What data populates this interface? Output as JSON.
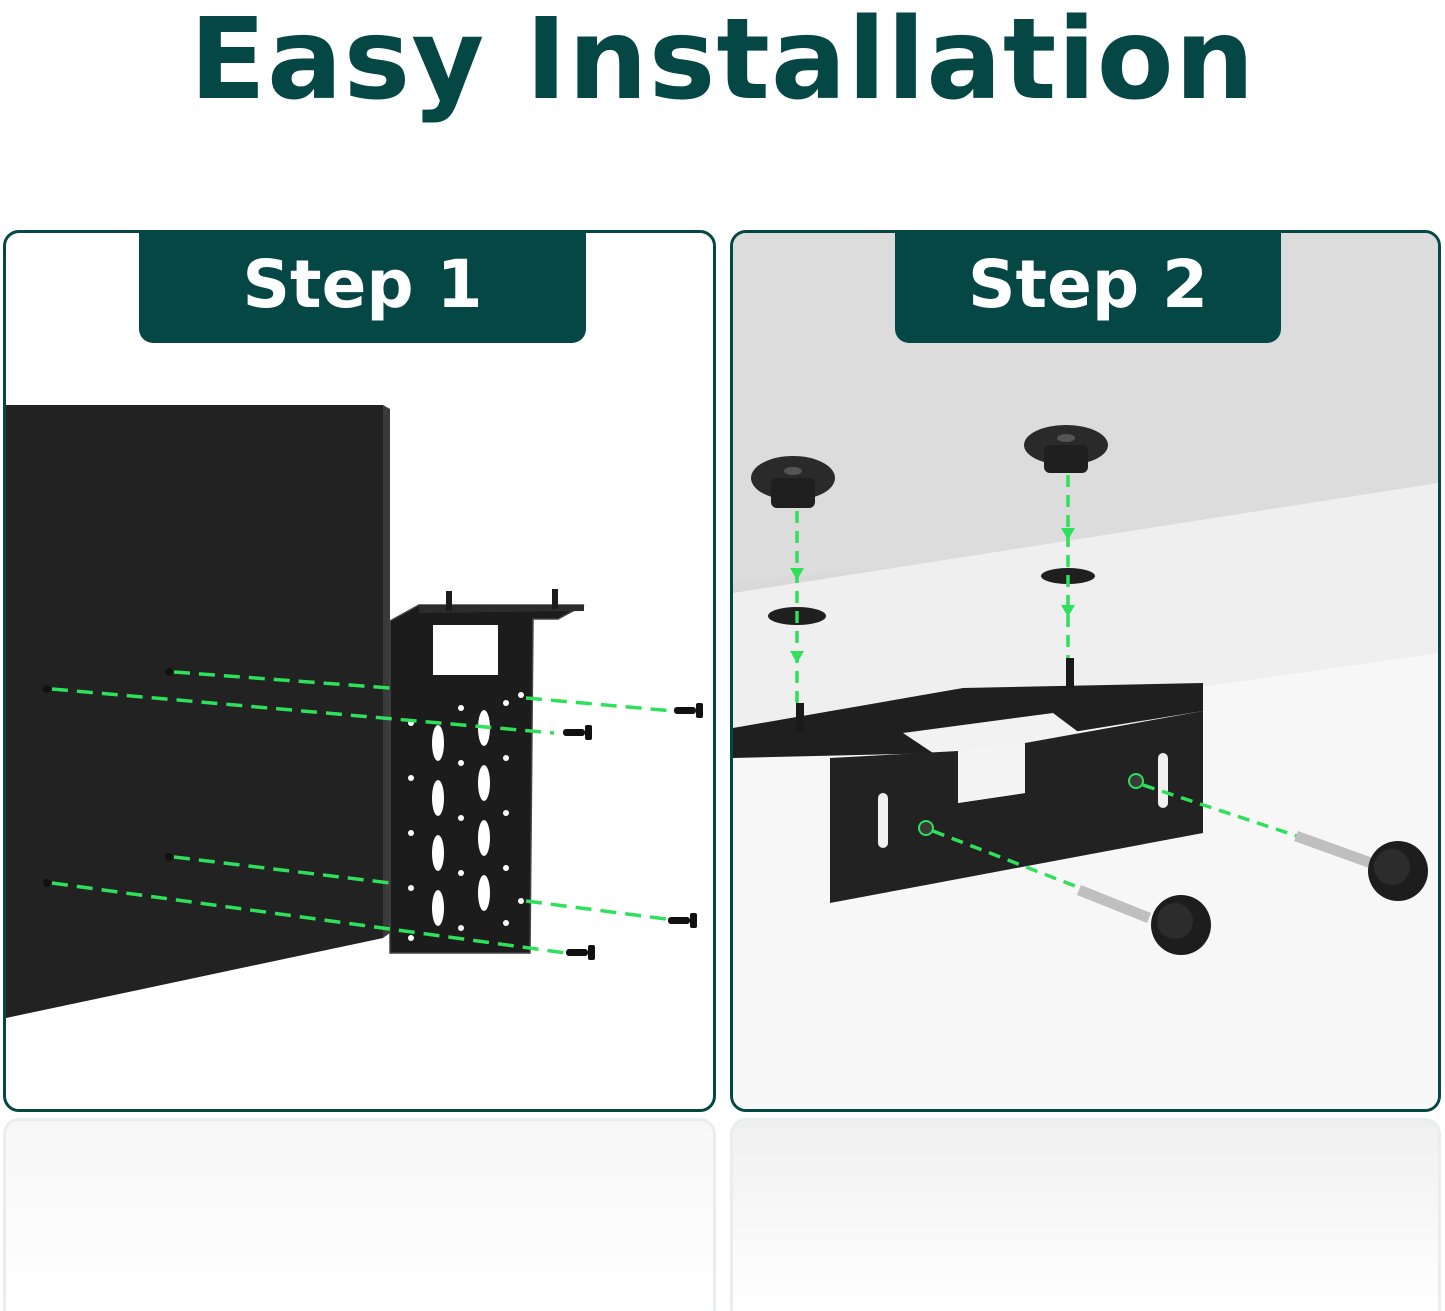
{
  "header": {
    "title": "Easy Installation"
  },
  "steps": [
    {
      "label": "Step 1"
    },
    {
      "label": "Step 2"
    }
  ],
  "colors": {
    "brand": "#054744",
    "guide_line": "#2ee05a",
    "hardware": "#1c1c1c",
    "panel_2_background": "#d9d9d9"
  },
  "icons": [
    "bracket-illustration",
    "screw-icon",
    "knob-icon",
    "washer-icon",
    "knob-bolt-icon"
  ]
}
